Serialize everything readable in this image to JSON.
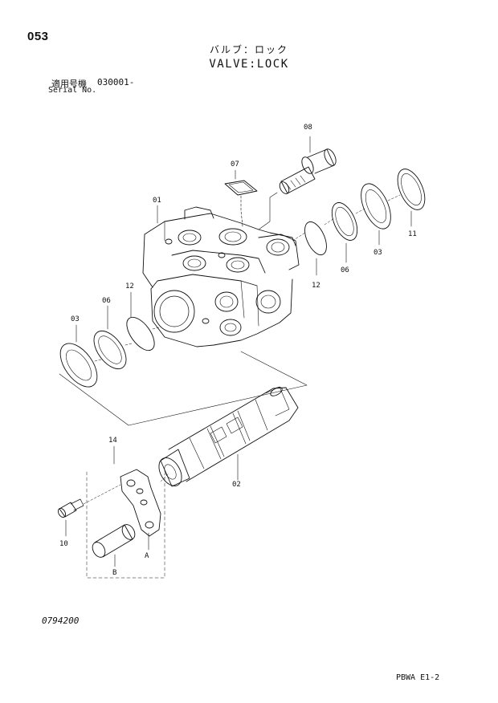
{
  "header": {
    "page_number": "053",
    "title_jp": "バルブ：ロック",
    "title_en": "VALVE:LOCK",
    "serial_label_jp": "適用号機",
    "serial_value": "030001-",
    "serial_label_en": "Serial No."
  },
  "callouts": {
    "c01": "01",
    "c02": "02",
    "c03_right": "03",
    "c03_left": "03",
    "c06_right": "06",
    "c06_left": "06",
    "c07": "07",
    "c08": "08",
    "c10": "10",
    "c11": "11",
    "c12_right": "12",
    "c12_left": "12",
    "c14": "14",
    "cA": "A",
    "cB": "B"
  },
  "footer": {
    "drawing_number": "0794200",
    "sheet_ref": "PBWA E1-2"
  }
}
